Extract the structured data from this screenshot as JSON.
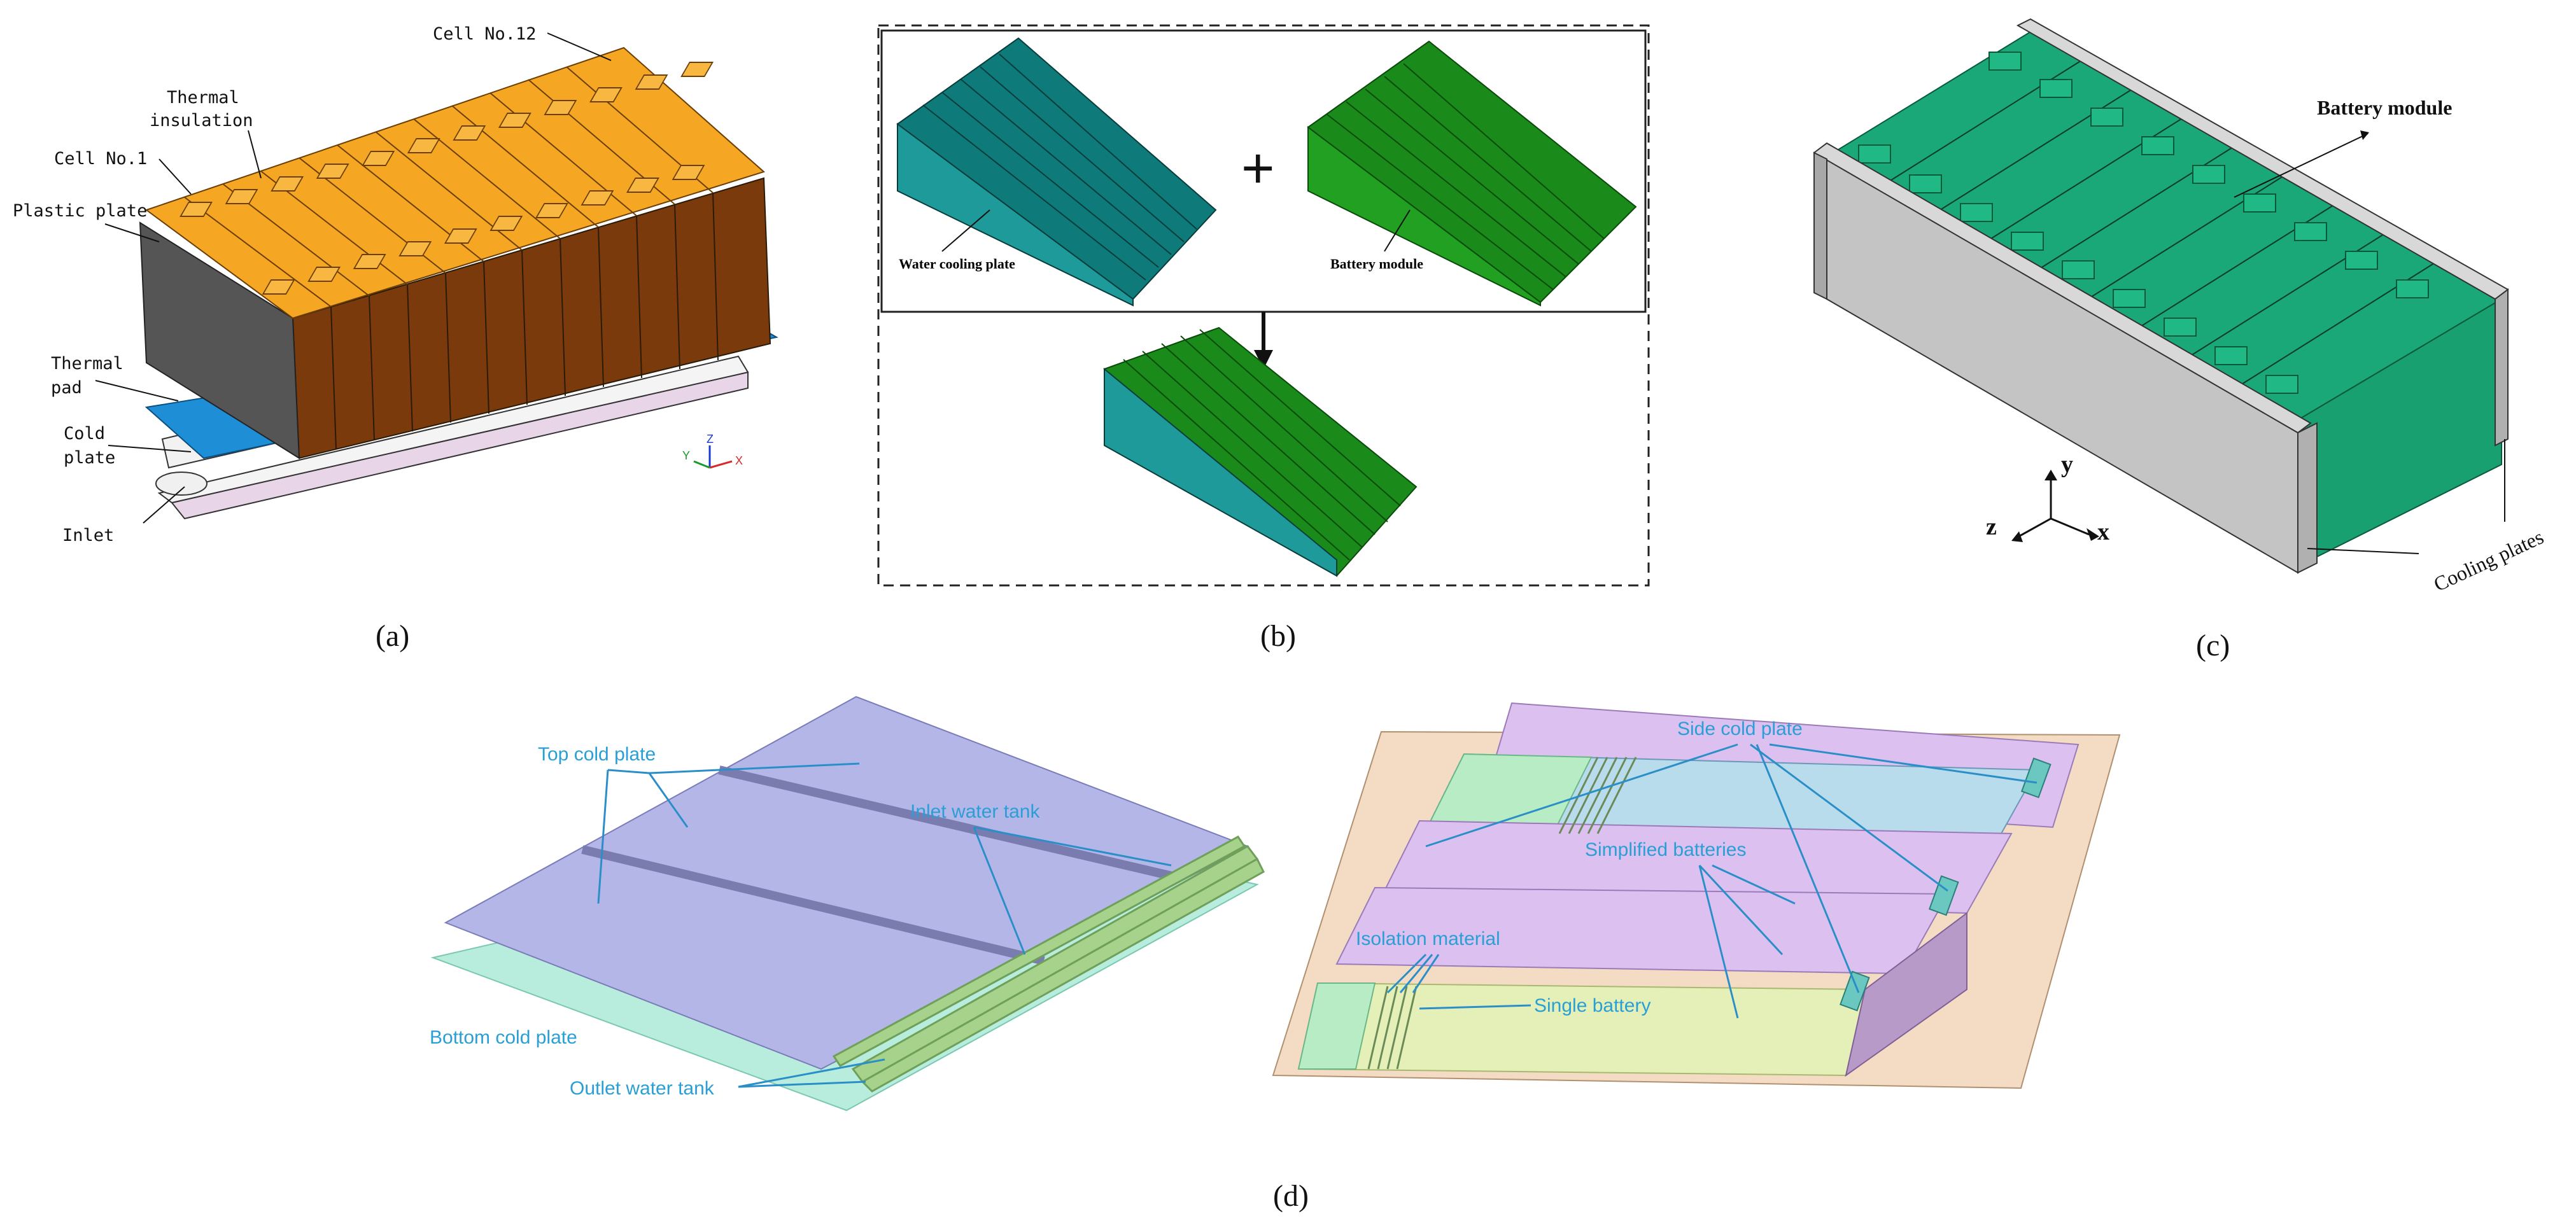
{
  "panels": {
    "a": {
      "caption": "(a)",
      "labels": {
        "cell_12": "Cell No.12",
        "thermal_insulation_1": "Thermal",
        "thermal_insulation_2": "insulation",
        "cell_1": "Cell No.1",
        "plastic_plate": "Plastic plate",
        "thermal_pad_1": "Thermal",
        "thermal_pad_2": "pad",
        "cold_plate_1": "Cold",
        "cold_plate_2": "plate",
        "inlet": "Inlet"
      },
      "axes": {
        "x": "X",
        "y": "Y",
        "z": "Z"
      },
      "colors": {
        "cell_top": "#f5a623",
        "cell_side": "#7a3a0c",
        "plastic": "#555555",
        "pad": "#1e8fd6"
      }
    },
    "b": {
      "caption": "(b)",
      "labels": {
        "water_cooling_plate": "Water cooling plate",
        "battery_module": "Battery module",
        "plus": "+"
      },
      "colors": {
        "cooling": "#1f8f8f",
        "battery": "#22a022"
      }
    },
    "c": {
      "caption": "(c)",
      "labels": {
        "battery_module": "Battery module",
        "cooling_plates": "Cooling plates"
      },
      "axes": {
        "x": "x",
        "y": "y",
        "z": "z"
      },
      "colors": {
        "cell": "#1aa878",
        "plate": "#c4c4c4"
      }
    },
    "d": {
      "caption": "(d)",
      "labels_left": {
        "top_cold_plate": "Top cold plate",
        "inlet_water_tank": "Inlet water tank",
        "bottom_cold_plate": "Bottom cold plate",
        "outlet_water_tank": "Outlet water tank"
      },
      "labels_right": {
        "side_cold_plate": "Side cold plate",
        "simplified_batteries": "Simplified batteries",
        "isolation_material": "Isolation material",
        "single_battery": "Single battery"
      },
      "colors": {
        "text": "#2a9fd6",
        "plate": "#b4b6e8",
        "bottom": "#b8ecdc",
        "tank": "#a6d28c"
      }
    }
  }
}
